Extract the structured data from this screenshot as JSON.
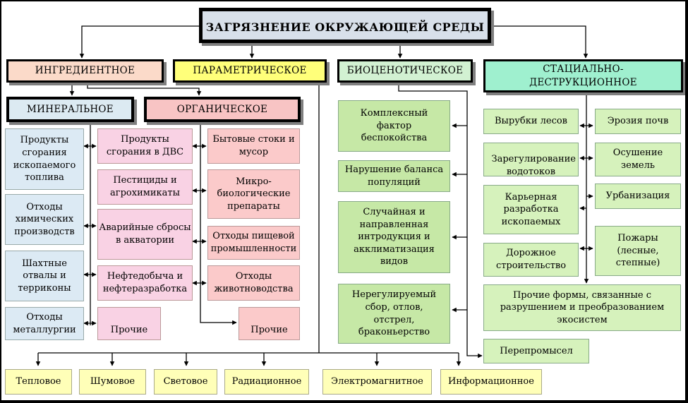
{
  "title": "ЗАГРЯЗНЕНИЕ ОКРУЖАЮЩЕЙ СРЕДЫ",
  "categories": {
    "ingredient": "ИНГРЕДИЕНТНОЕ",
    "parametric": "ПАРАМЕТРИЧЕСКОЕ",
    "biocenotic": "БИОЦЕНОТИЧЕСКОЕ",
    "stational": "СТАЦИАЛЬНО-ДЕСТРУКЦИОННОЕ"
  },
  "subcategories": {
    "mineral": "МИНЕРАЛЬНОЕ",
    "organic": "ОРГАНИЧЕСКОЕ"
  },
  "mineral_items": [
    "Продукты сгорания ископаемого топлива",
    "Отходы химических производств",
    "Шахтные отвалы и терриконы",
    "Отходы металлургии"
  ],
  "shared_items": [
    "Продукты сгорания в ДВС",
    "Пестициды и агрохимикаты",
    "Аварийные сбросы в акватории",
    "Нефтедобыча и нефтеразработка",
    "Прочие"
  ],
  "organic_items": [
    "Бытовые стоки и мусор",
    "Микро-биологические препараты",
    "Отходы пищевой промышленности",
    "Отходы животноводства",
    "Прочие"
  ],
  "bio_items": [
    "Комплексный фактор беспокойства",
    "Нарушение баланса популяций",
    "Случайная и направленная интродукция и акклиматизация видов",
    "Нерегулируемый сбор, отлов, отстрел, браконьерство"
  ],
  "stat_left": [
    "Вырубки лесов",
    "Зарегулирование водотоков",
    "Карьерная разработка ископаемых",
    "Дорожное строительство"
  ],
  "stat_right": [
    "Эрозия почв",
    "Осушение земель",
    "Урбанизация",
    "Пожары (лесные, степные)"
  ],
  "stat_other": "Прочие формы, связанные с разрушением и преобразованием экосистем",
  "overfishing": "Перепромысел",
  "param_items": [
    "Тепловое",
    "Шумовое",
    "Световое",
    "Радиационное",
    "Электромагнитное",
    "Информационное"
  ],
  "colors": {
    "title_bg": "#d8e0ea",
    "ingredient_bg": "#fbdac9",
    "parametric_bg": "#ffff7a",
    "biocenotic_bg": "#d2f1d2",
    "stational_bg": "#9ff0cf",
    "mineral_bg": "#dceaf2",
    "organic_bg": "#f8c4c4",
    "mineral_item_bg": "#dceaf4",
    "shared_item_bg": "#f9d2e4",
    "organic_item_bg": "#fbcaca",
    "bio_item_bg": "#c6e8a6",
    "stat_item_bg": "#d6f2bc",
    "param_item_bg": "#ffffb8"
  }
}
